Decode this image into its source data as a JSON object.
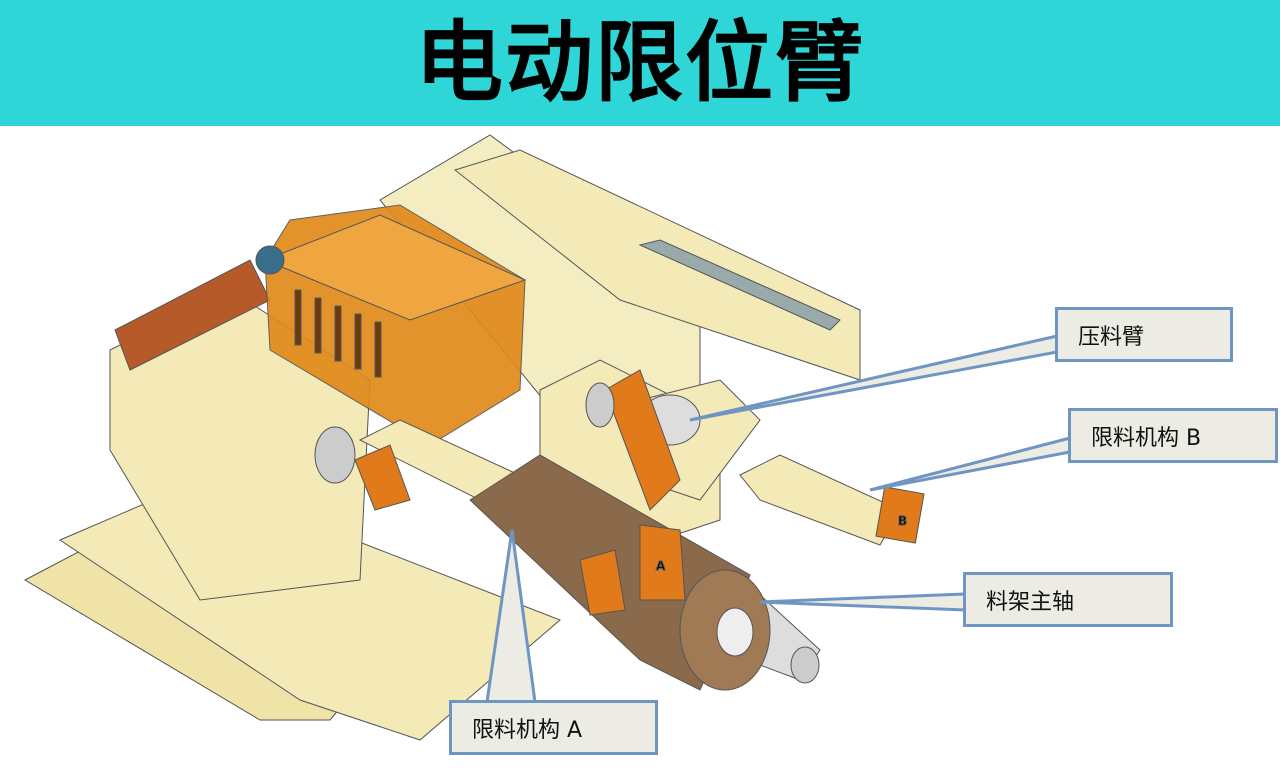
{
  "title": "电动限位臂",
  "callouts": {
    "press_arm": "压料臂",
    "limiter_b": "限料机构 B",
    "spindle": "料架主轴",
    "limiter_a": "限料机构 A"
  },
  "machine_labels": {
    "a": "A",
    "b": "B"
  },
  "colors": {
    "banner": "#2fd6d8",
    "callout_fill": "#ecebe4",
    "callout_border": "#6f95c3",
    "frame": "#f3eab8",
    "guard": "#e08a1a",
    "roll": "#8a6a4a"
  }
}
